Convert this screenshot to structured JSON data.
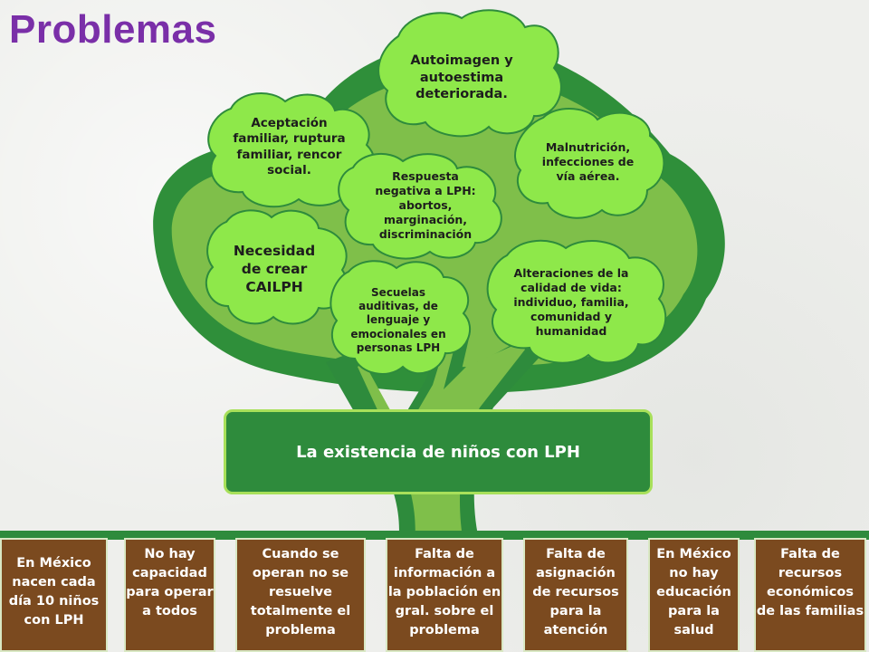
{
  "title": "Problemas",
  "effects": [
    "Autoimagen y autoestima deteriorada.",
    "Aceptación familiar, ruptura familiar, rencor social.",
    "Malnutrición, infecciones de vía aérea.",
    "Respuesta negativa a LPH: abortos, marginación, discriminación",
    "Necesidad de crear CAILPH",
    "Alteraciones de la calidad de vida: individuo, familia, comunidad y humanidad",
    "Secuelas auditivas, de lenguaje y emocionales en personas LPH"
  ],
  "central_problem": "La existencia de niños con LPH",
  "causes": [
    "En México nacen cada día 10 niños con LPH",
    "No hay capacidad para operar a todos",
    "Cuando se operan no se resuelve totalmente el problema",
    "Falta de información a la población en gral. sobre el problema",
    "Falta de asignación de recursos para la atención",
    "En México no hay educación para la salud",
    "Falta de recursos económicos de las familias"
  ],
  "colors": {
    "title": "#7a2fa8",
    "canopy_outer": "#2f8f3a",
    "canopy_inner": "#7fbf4a",
    "bubble_fill": "#8ee84a",
    "bubble_stroke": "#2e8b3c",
    "central_fill": "#2e8b3c",
    "central_border": "#a8e05a",
    "trunk": "#2e8b3c",
    "root_box": "#7b4a1f"
  }
}
